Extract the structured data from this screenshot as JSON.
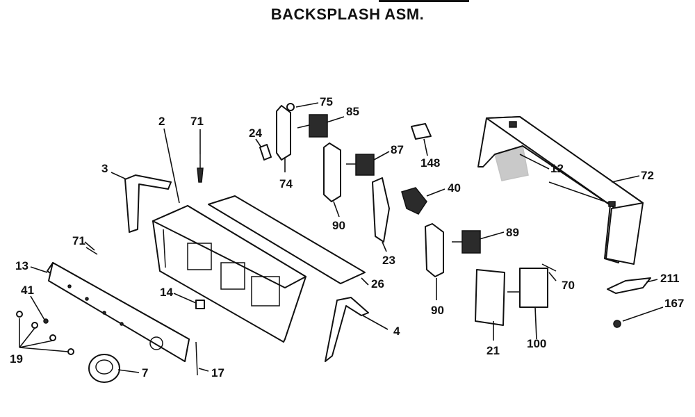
{
  "title": "BACKSPLASH ASM.",
  "callouts": [
    {
      "id": "c2",
      "text": "2"
    },
    {
      "id": "c71a",
      "text": "71"
    },
    {
      "id": "c24",
      "text": "24"
    },
    {
      "id": "c75",
      "text": "75"
    },
    {
      "id": "c85",
      "text": "85"
    },
    {
      "id": "c87",
      "text": "87"
    },
    {
      "id": "c148",
      "text": "148"
    },
    {
      "id": "c12",
      "text": "12"
    },
    {
      "id": "c72",
      "text": "72"
    },
    {
      "id": "c3",
      "text": "3"
    },
    {
      "id": "c74",
      "text": "74"
    },
    {
      "id": "c40",
      "text": "40"
    },
    {
      "id": "c90a",
      "text": "90"
    },
    {
      "id": "c23",
      "text": "23"
    },
    {
      "id": "c71b",
      "text": "71"
    },
    {
      "id": "c89",
      "text": "89"
    },
    {
      "id": "c13",
      "text": "13"
    },
    {
      "id": "c41",
      "text": "41"
    },
    {
      "id": "c14",
      "text": "14"
    },
    {
      "id": "c26",
      "text": "26"
    },
    {
      "id": "c70",
      "text": "70"
    },
    {
      "id": "c211",
      "text": "211"
    },
    {
      "id": "c90b",
      "text": "90"
    },
    {
      "id": "c167",
      "text": "167"
    },
    {
      "id": "c4",
      "text": "4"
    },
    {
      "id": "c19",
      "text": "19"
    },
    {
      "id": "c21",
      "text": "21"
    },
    {
      "id": "c100",
      "text": "100"
    },
    {
      "id": "c7",
      "text": "7"
    },
    {
      "id": "c17",
      "text": "17"
    }
  ]
}
